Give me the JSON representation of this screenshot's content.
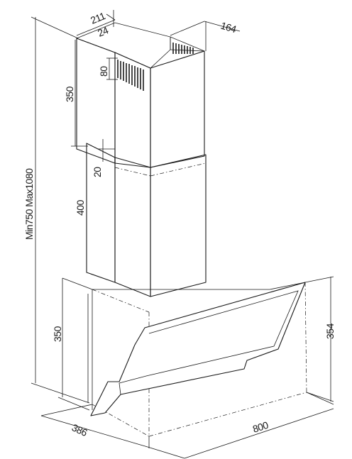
{
  "dimensions": {
    "top_depth": "211",
    "top_inset": "24",
    "top_width": "164",
    "vent_height": "80",
    "upper_chimney_height": "350",
    "overlap": "20",
    "lower_chimney_height": "400",
    "total_height": "Min750 Max1080",
    "hood_body_height": "350",
    "glass_height": "354",
    "hood_depth": "386",
    "hood_width": "800"
  }
}
